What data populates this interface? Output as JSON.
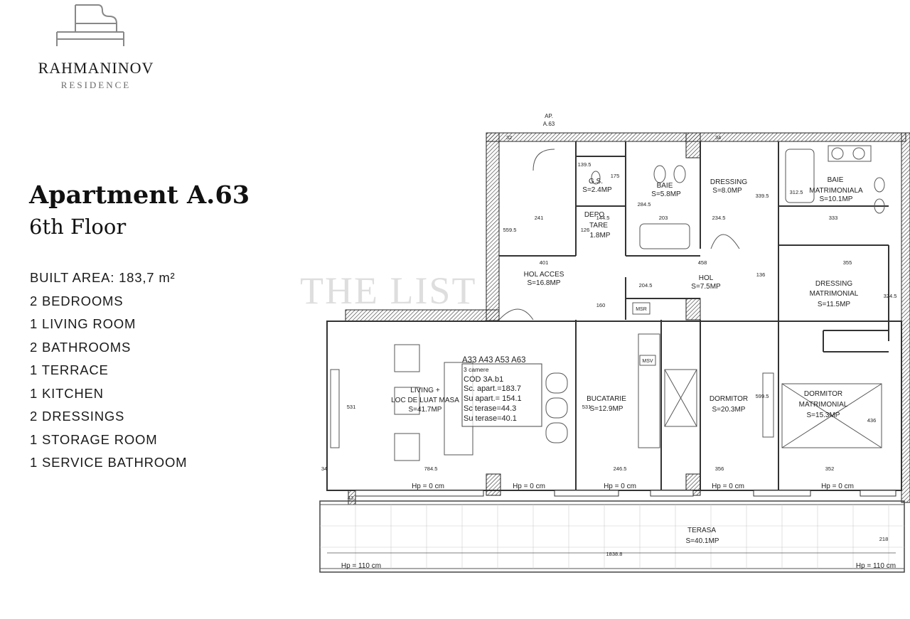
{
  "brand": {
    "name": "RAHMANINOV",
    "subtitle": "RESIDENCE",
    "logo_icon": "piano-outline-icon"
  },
  "title": "Apartment A.63",
  "subtitle": "6th Floor",
  "features": [
    "BUILT AREA: 183,7 m²",
    "2 BEDROOMS",
    "1 LIVING ROOM",
    "2 BATHROOMS",
    "1 TERRACE",
    "1 KITCHEN",
    "2 DRESSINGS",
    "1 STORAGE ROOM",
    "1 SERVICE BATHROOM"
  ],
  "watermark": "THE LIST",
  "plan": {
    "tag": [
      "AP.",
      "A.63"
    ],
    "rooms": {
      "gs": [
        "G.S.",
        "S=2.4MP"
      ],
      "baie": [
        "BAIE",
        "S=5.8MP"
      ],
      "dressing": [
        "DRESSING",
        "S=8.0MP"
      ],
      "baie_matrimoniala": [
        "BAIE",
        "MATRIMONIALA",
        "S=10.1MP"
      ],
      "depozitare": [
        "DEPO",
        "TARE",
        "1.8MP"
      ],
      "hol_acces": [
        "HOL ACCES",
        "S=16.8MP"
      ],
      "hol": [
        "HOL",
        "S=7.5MP"
      ],
      "dressing_matrimonial": [
        "DRESSING",
        "MATRIMONIAL",
        "S=11.5MP"
      ],
      "living": [
        "LIVING +",
        "LOC DE LUAT MASA",
        "S=41.7MP"
      ],
      "bucatarie": [
        "BUCATARIE",
        "S=12.9MP"
      ],
      "dormitor": [
        "DORMITOR",
        "S=20.3MP"
      ],
      "dormitor_matrimonial": [
        "DORMITOR",
        "MATRIMONIAL",
        "S=15.3MP"
      ],
      "terasa": [
        "TERASA",
        "S=40.1MP"
      ]
    },
    "info_box": [
      "A33 A43 A53 A63",
      "3 camere",
      "COD 3A.b1",
      "Sc. apart.=183.7",
      "Su apart.= 154.1",
      "Sc terase=44.3",
      "Su terase=40.1"
    ],
    "dimensions": [
      "32",
      "34",
      "139.5",
      "175",
      "241",
      "144.5",
      "203",
      "234.5",
      "339.5",
      "312.5",
      "333",
      "559.5",
      "126",
      "401",
      "458",
      "136",
      "355",
      "204.5",
      "160",
      "324.5",
      "531",
      "531",
      "599.5",
      "436",
      "34",
      "784.5",
      "246.5",
      "356",
      "352",
      "43",
      "1838.8",
      "218",
      "284.5"
    ],
    "labels": {
      "msv": "MSV",
      "msr": "MSR",
      "hp0": "Hp = 0 cm",
      "hp110": "Hp = 110 cm"
    }
  }
}
